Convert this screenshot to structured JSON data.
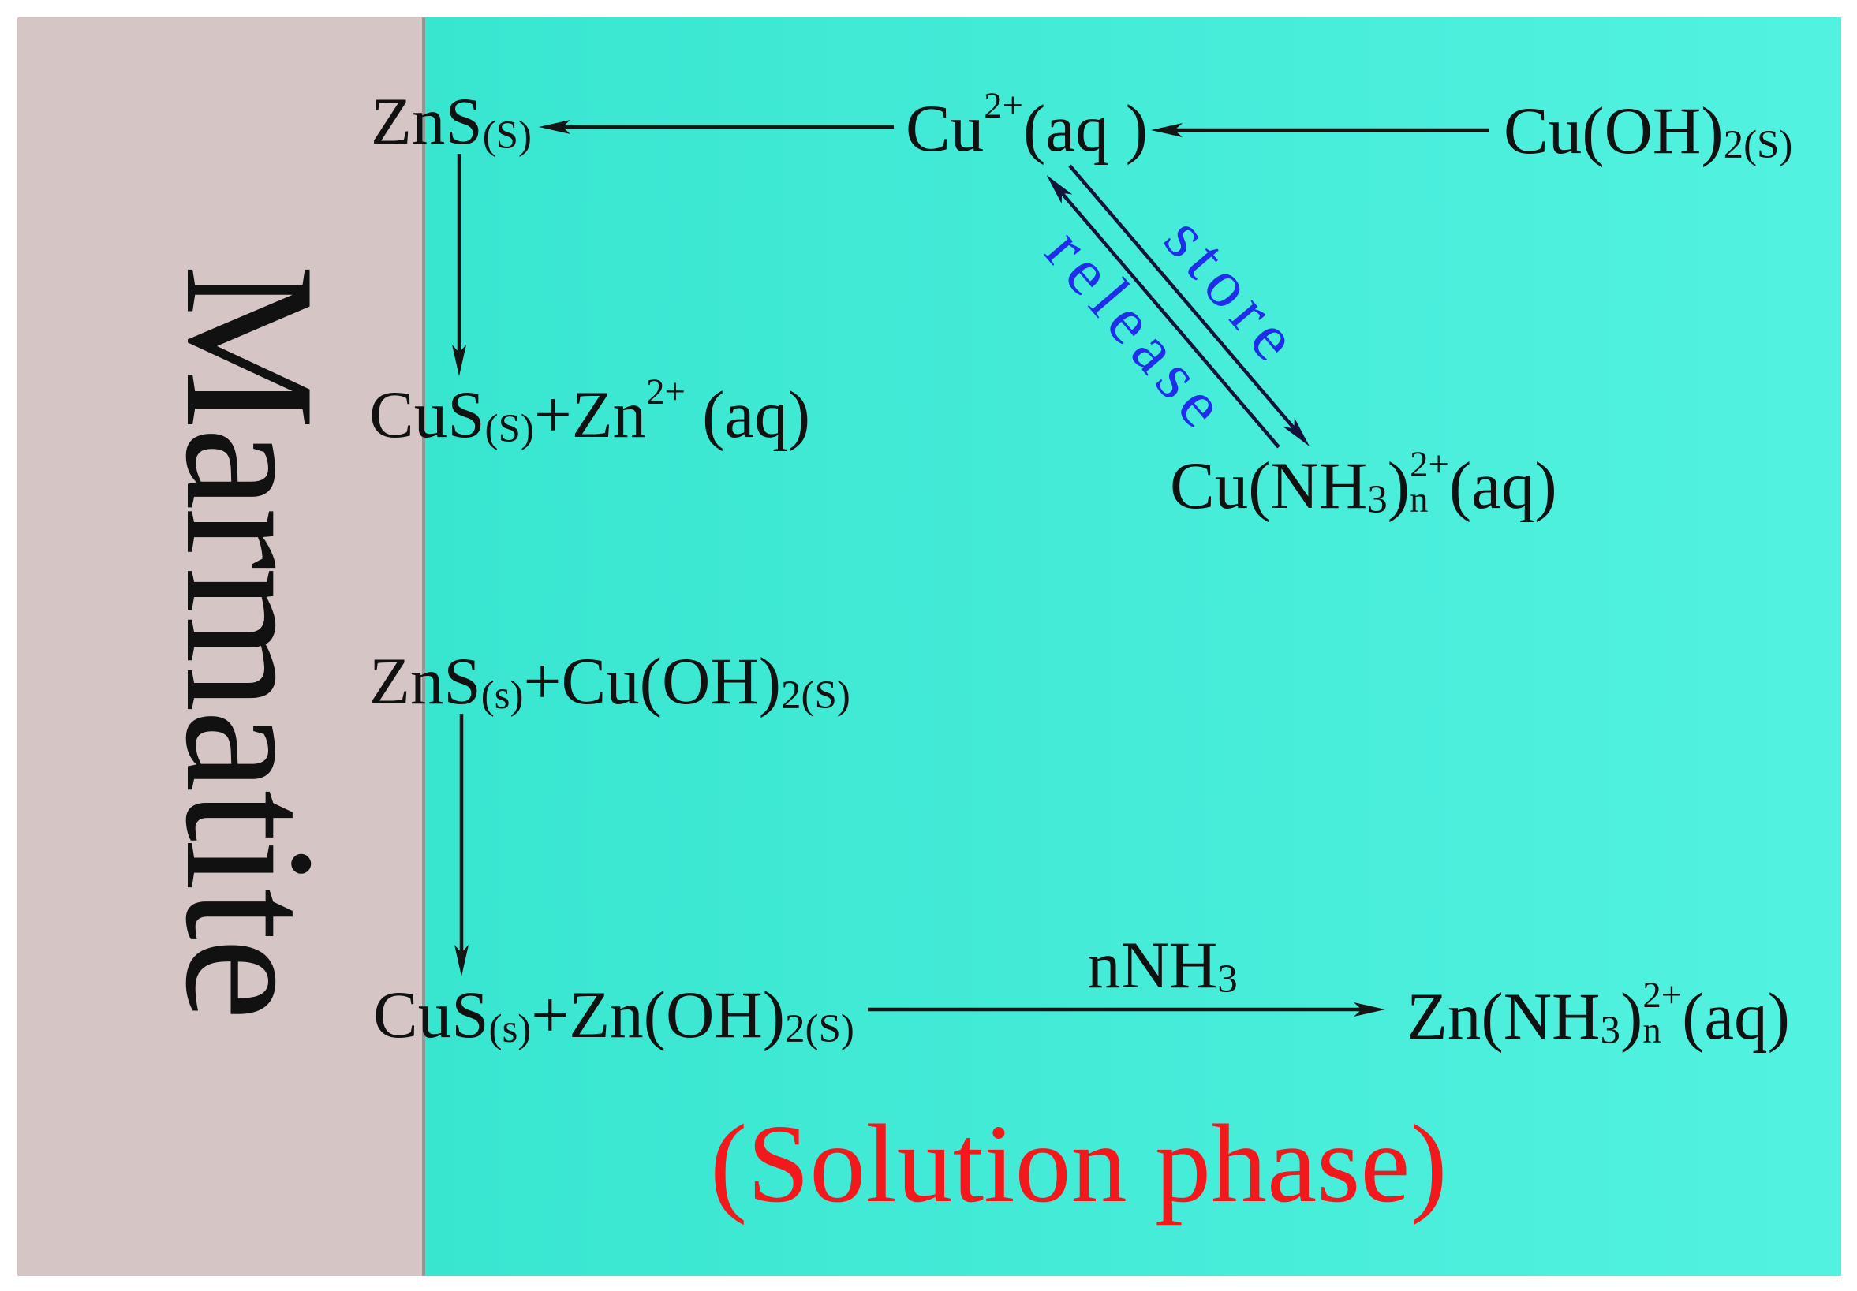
{
  "colors": {
    "mineral_panel": "#d5c6c5",
    "solution_panel_start": "#38e6d0",
    "solution_panel_end": "#52f2e0",
    "divider": "#8f9a98",
    "ink": "#111111",
    "arrow": "#151515",
    "diagonal_arrow": "#12123a",
    "label_blue": "#1f2ee8",
    "phase_label_red": "#f2181c"
  },
  "labels": {
    "mineral": "Marmatite",
    "solution": "(Solution phase)",
    "store": "store",
    "release": "release"
  },
  "species": {
    "zns_top": [
      "ZnS",
      {
        "sub": "(S)"
      }
    ],
    "cu_ion": [
      "Cu",
      {
        "sup": "2+"
      },
      "(aq )"
    ],
    "cu_hydroxide": [
      "Cu(OH)",
      {
        "sub": "2(S)"
      }
    ],
    "cus_zn_ion": [
      "CuS",
      {
        "sub": "(S)"
      },
      "+Zn",
      {
        "sup": "2+"
      },
      " (aq)"
    ],
    "cu_ammine": [
      "Cu(NH",
      {
        "sub": "3"
      },
      ")",
      {
        "stack": [
          "2+",
          "n"
        ]
      },
      "(aq)"
    ],
    "zns_cuoh": [
      "ZnS",
      {
        "sub": "(s)"
      },
      "+Cu(OH)",
      {
        "sub": "2(S)"
      }
    ],
    "cus_znoh": [
      "CuS",
      {
        "sub": "(s)"
      },
      "+Zn(OH)",
      {
        "sub": "2(S)"
      }
    ],
    "ammonia": [
      "nNH",
      {
        "sub": "3"
      }
    ],
    "zn_ammine": [
      "Zn(NH",
      {
        "sub": "3"
      },
      ")",
      {
        "stack": [
          "2+",
          "n"
        ]
      },
      "(aq)"
    ]
  }
}
